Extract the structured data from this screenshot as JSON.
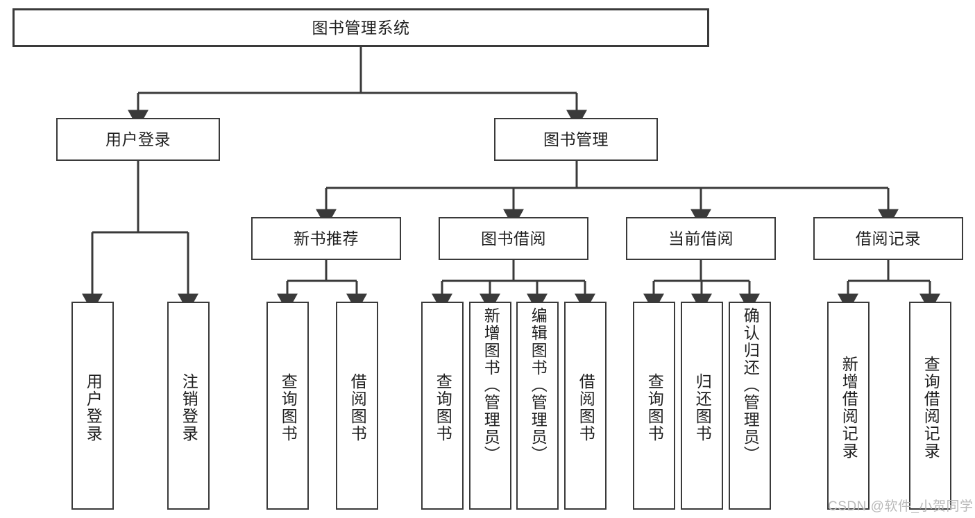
{
  "diagram": {
    "type": "tree-hierarchy",
    "title": "图书管理系统",
    "root": {
      "id": "root",
      "label": "图书管理系统",
      "level": 0
    },
    "level1": [
      {
        "id": "user-login",
        "label": "用户登录",
        "level": 1
      },
      {
        "id": "book-manage",
        "label": "图书管理",
        "level": 1
      }
    ],
    "level2": [
      {
        "id": "new-book-recommend",
        "label": "新书推荐",
        "level": 2,
        "parent": "book-manage"
      },
      {
        "id": "book-borrow",
        "label": "图书借阅",
        "level": 2,
        "parent": "book-manage"
      },
      {
        "id": "current-borrow",
        "label": "当前借阅",
        "level": 2,
        "parent": "book-manage"
      },
      {
        "id": "borrow-record",
        "label": "借阅记录",
        "level": 2,
        "parent": "book-manage"
      }
    ],
    "leaves": [
      {
        "id": "leaf-user-login",
        "label": "用户登录",
        "parent": "user-login"
      },
      {
        "id": "leaf-user-logout",
        "label": "注销登录",
        "parent": "user-login"
      },
      {
        "id": "leaf-query-book-1",
        "label": "查询图书",
        "parent": "new-book-recommend"
      },
      {
        "id": "leaf-borrow-book-1",
        "label": "借阅图书",
        "parent": "new-book-recommend"
      },
      {
        "id": "leaf-query-book-2",
        "label": "查询图书",
        "parent": "book-borrow"
      },
      {
        "id": "leaf-add-book",
        "label": "新增图书（管理员）",
        "parent": "book-borrow"
      },
      {
        "id": "leaf-edit-book",
        "label": "编辑图书（管理员）",
        "parent": "book-borrow"
      },
      {
        "id": "leaf-borrow-book-2",
        "label": "借阅图书",
        "parent": "book-borrow"
      },
      {
        "id": "leaf-query-book-3",
        "label": "查询图书",
        "parent": "current-borrow"
      },
      {
        "id": "leaf-return-book",
        "label": "归还图书",
        "parent": "current-borrow"
      },
      {
        "id": "leaf-confirm-return",
        "label": "确认归还（管理员）",
        "parent": "current-borrow"
      },
      {
        "id": "leaf-add-record",
        "label": "新增借阅记录",
        "parent": "borrow-record"
      },
      {
        "id": "leaf-query-record",
        "label": "查询借阅记录",
        "parent": "borrow-record"
      }
    ],
    "colors": {
      "box_border": "#3a3a3a",
      "box_fill": "#ffffff",
      "connector": "#3a3a3a",
      "text": "#1f1f1f",
      "watermark": "#b9b9b9"
    }
  },
  "watermark": {
    "text": "CSDN @软件_小贺同学"
  }
}
